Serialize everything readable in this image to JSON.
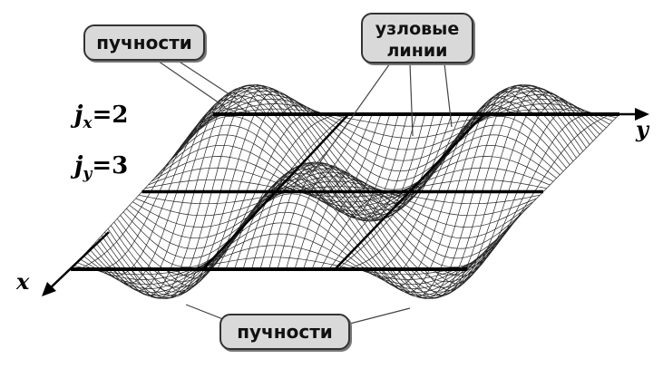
{
  "labels": {
    "antinodes_top": "пучности",
    "antinodes_bottom": "пучности",
    "nodal_lines_1": "узловые",
    "nodal_lines_2": "линии"
  },
  "params": {
    "jx_symbol": "j",
    "jx_sub": "x",
    "jx_value": "=2",
    "jy_symbol": "j",
    "jy_sub": "y",
    "jy_value": "=3"
  },
  "axes": {
    "x": "x",
    "y": "y"
  },
  "colors": {
    "mesh": "#000000",
    "callout_fill": "#d9d9d9",
    "background": "#ffffff"
  }
}
